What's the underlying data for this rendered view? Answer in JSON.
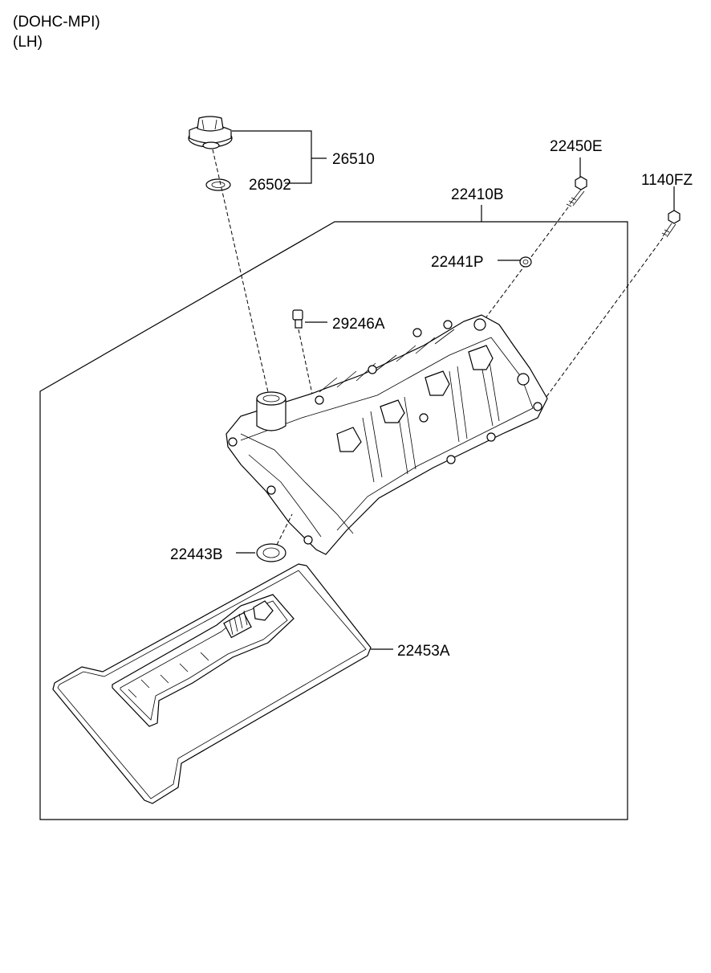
{
  "header": {
    "engine": "(DOHC-MPI)",
    "side": "(LH)"
  },
  "parts": {
    "p26510": "26510",
    "p26502": "26502",
    "p22450E": "22450E",
    "p1140FZ": "1140FZ",
    "p22410B": "22410B",
    "p22441P": "22441P",
    "p29246A": "29246A",
    "p22443B": "22443B",
    "p22453A": "22453A"
  }
}
